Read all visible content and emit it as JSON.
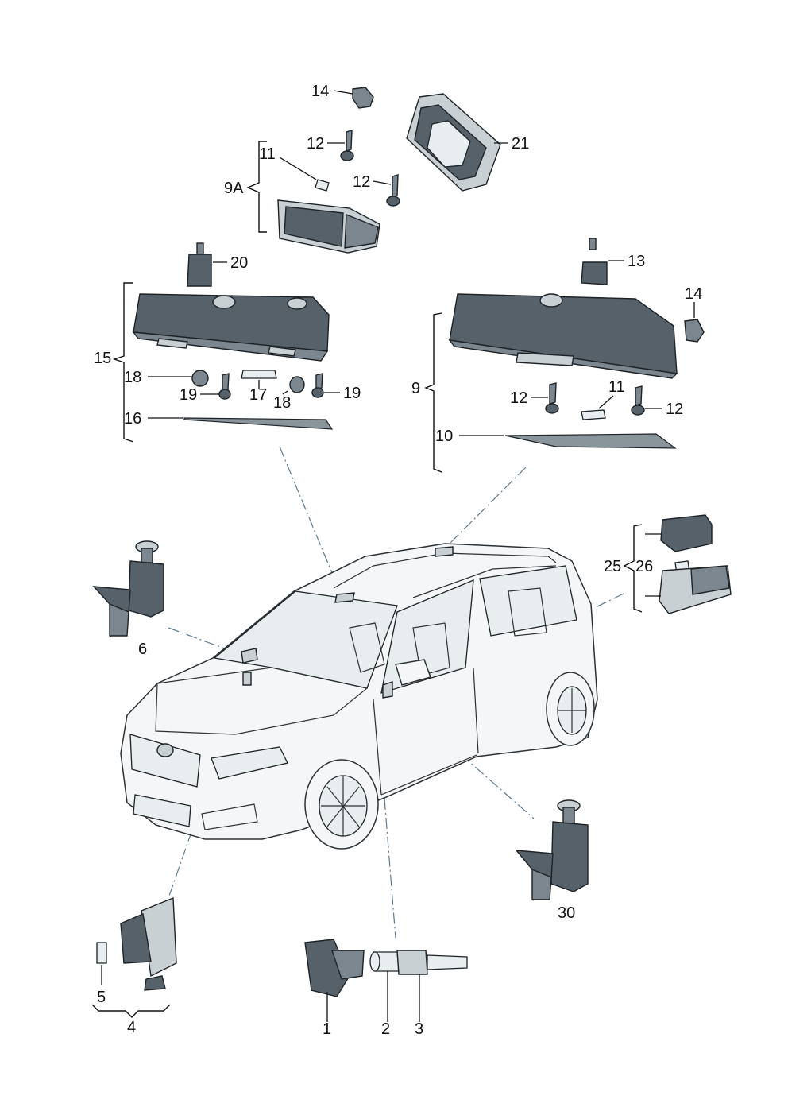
{
  "labels": {
    "p1": "1",
    "p2": "2",
    "p3": "3",
    "p4": "4",
    "p5": "5",
    "p6": "6",
    "p9": "9",
    "p9a": "9A",
    "p10": "10",
    "p11": "11",
    "p11b": "11",
    "p12a": "12",
    "p12b": "12",
    "p12c": "12",
    "p12d": "12",
    "p13": "13",
    "p14a": "14",
    "p14b": "14",
    "p15": "15",
    "p16": "16",
    "p17": "17",
    "p18a": "18",
    "p18b": "18",
    "p19a": "19",
    "p19b": "19",
    "p20": "20",
    "p21": "21",
    "p25": "25",
    "p26": "26",
    "p30": "30"
  },
  "colors": {
    "part_dark": "#56616a",
    "part_light": "#c9d0d4",
    "leader_dashed": "#5e7a8c"
  }
}
